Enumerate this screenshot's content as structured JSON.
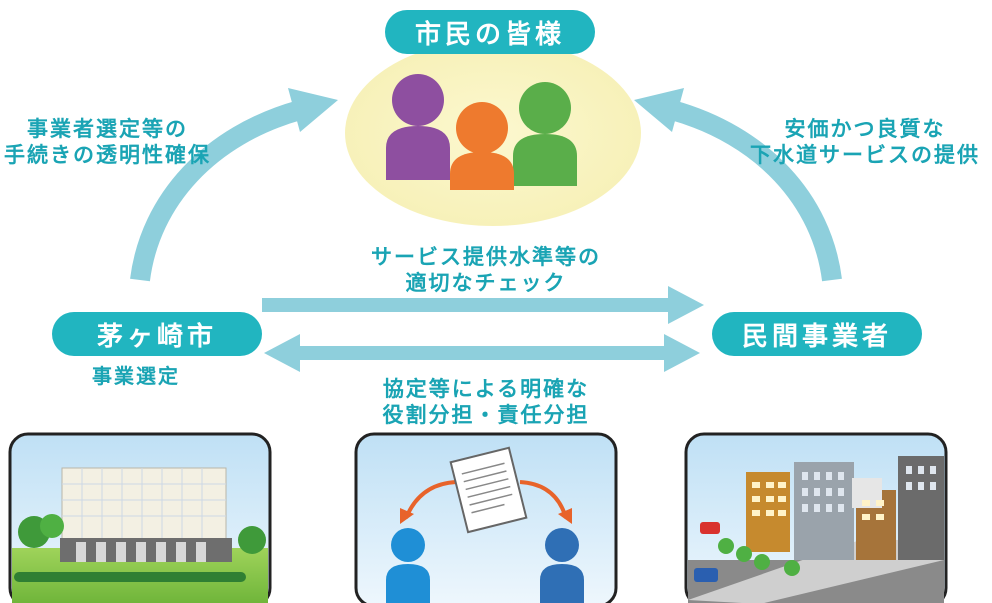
{
  "nodes": {
    "citizens": "市民の皆様",
    "city": "茅ヶ崎市",
    "business": "民間事業者"
  },
  "labels": {
    "city_sub": "事業選定",
    "left_arrow": [
      "事業者選定等の",
      "手続きの透明性確保"
    ],
    "right_arrow": [
      "安価かつ良質な",
      "下水道サービスの提供"
    ],
    "top_middle": [
      "サービス提供水準等の",
      "適切なチェック"
    ],
    "bottom_middle": [
      "協定等による明確な",
      "役割分担・責任分担"
    ]
  },
  "colors": {
    "accent": "#21b5c0",
    "arrow": "#8ecfdc",
    "person_purple": "#8e4fa0",
    "person_orange": "#ee7a2e",
    "person_green": "#5aae4a",
    "person_blue": "#1f8fd6",
    "halo": "#fbf6c4"
  },
  "icons": [
    "city-hall-illustration",
    "document-exchange-illustration",
    "city-buildings-illustration"
  ]
}
